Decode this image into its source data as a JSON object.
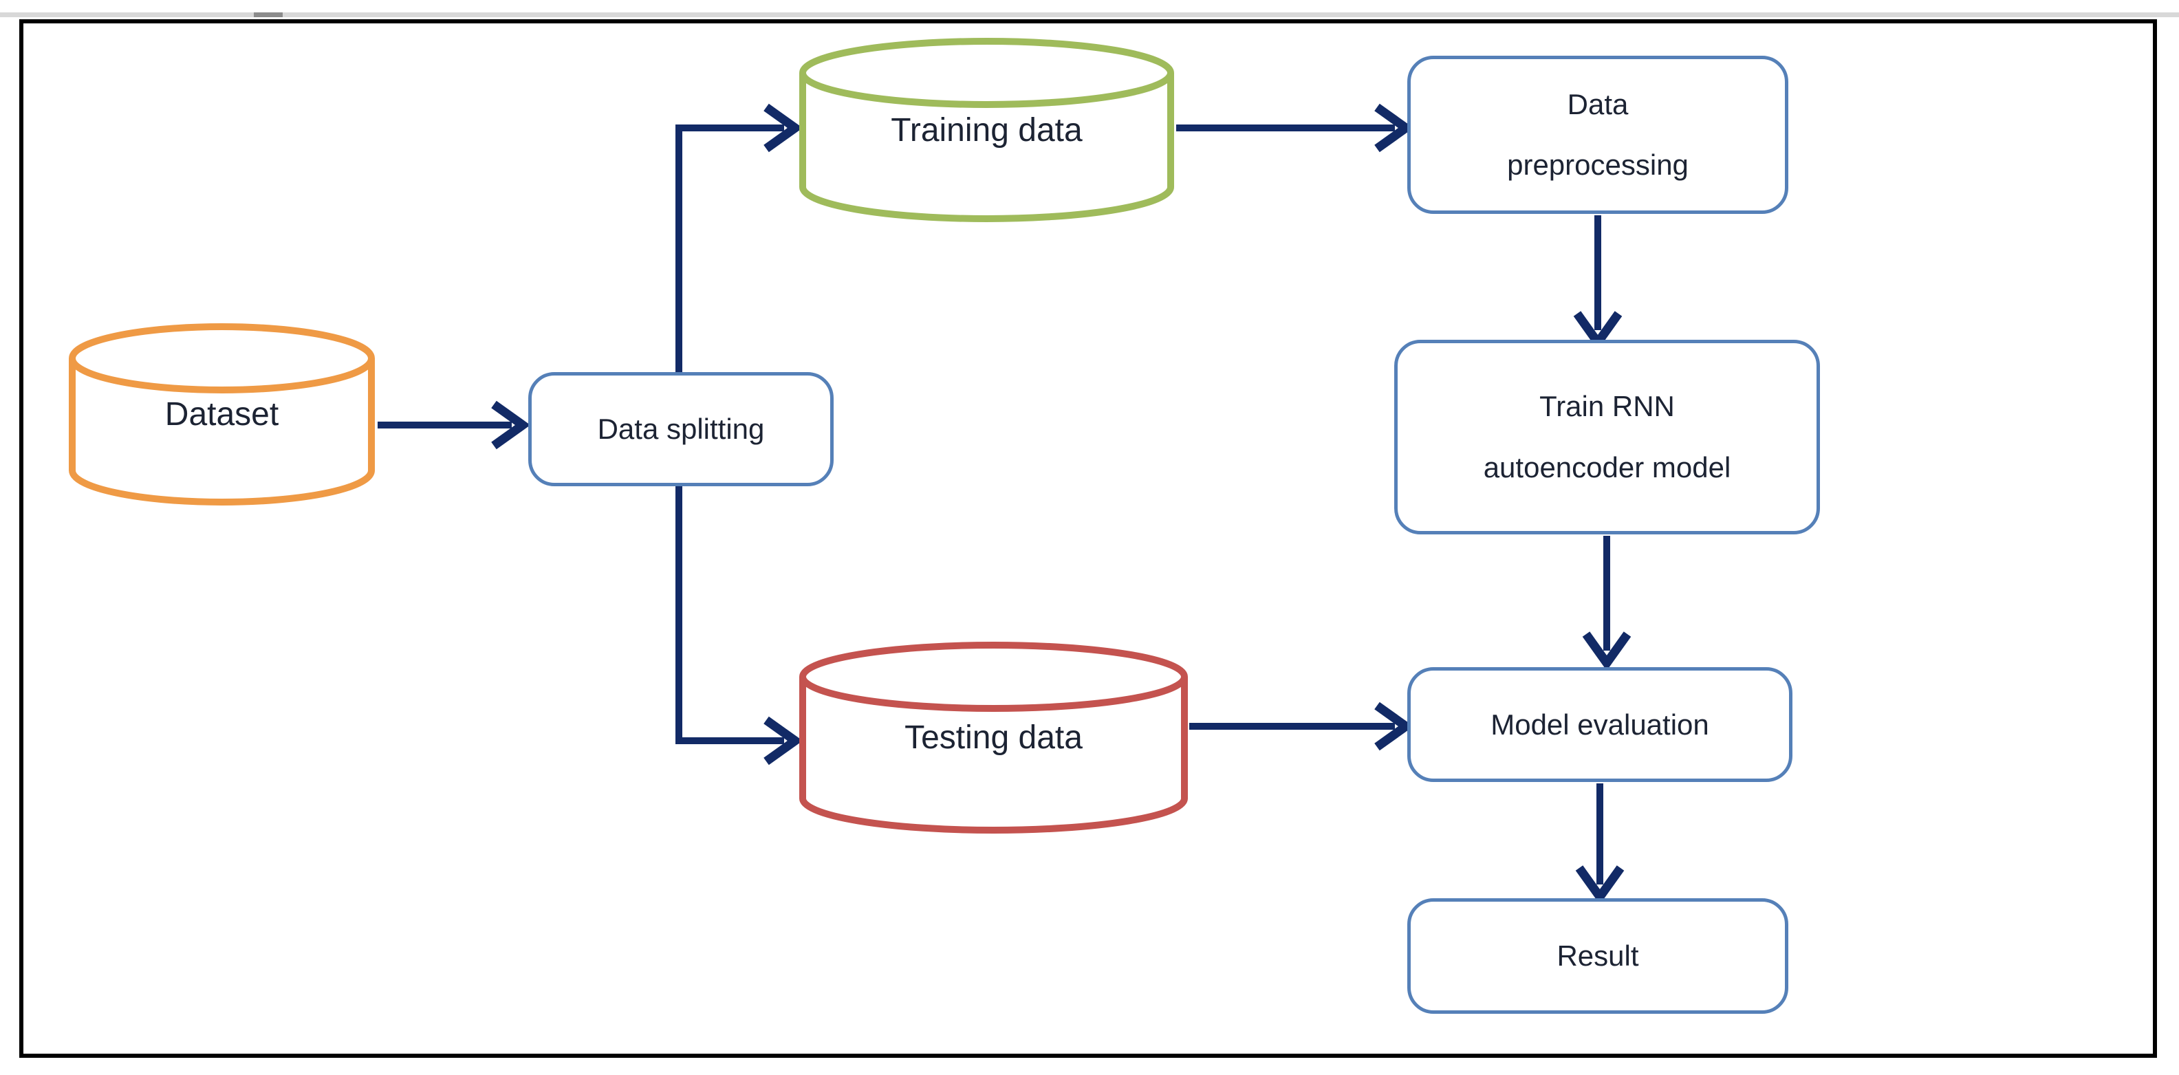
{
  "window": {
    "scrollbar": {
      "track_color": "#d8d8d8",
      "thumb_color": "#8c8c8c"
    }
  },
  "colors": {
    "navy": "#122a66",
    "boxblue": "#5580b8",
    "green": "#9fbb5b",
    "orange": "#ef9a45",
    "red": "#c4534f",
    "ink": "#1c2333",
    "frame": "#000000",
    "track": "#d8d8d8",
    "thumb": "#8c8c8c"
  },
  "diagram": {
    "nodes": {
      "dataset": {
        "type": "cylinder",
        "label": "Dataset",
        "border_color": "#ef9a45"
      },
      "data_splitting": {
        "type": "box",
        "label": "Data splitting",
        "border_color": "#5580b8"
      },
      "training_data": {
        "type": "cylinder",
        "label": "Training data",
        "border_color": "#9fbb5b"
      },
      "testing_data": {
        "type": "cylinder",
        "label": "Testing data",
        "border_color": "#c4534f"
      },
      "data_preprocessing": {
        "type": "box",
        "lines": [
          "Data",
          "preprocessing"
        ],
        "border_color": "#5580b8"
      },
      "train_rnn_autoencoder": {
        "type": "box",
        "lines": [
          "Train RNN",
          "autoencoder model"
        ],
        "border_color": "#5580b8"
      },
      "model_evaluation": {
        "type": "box",
        "label": "Model evaluation",
        "border_color": "#5580b8"
      },
      "result": {
        "type": "box",
        "label": "Result",
        "border_color": "#5580b8"
      }
    },
    "edges": [
      {
        "from": "dataset",
        "to": "data_splitting"
      },
      {
        "from": "data_splitting",
        "to": "training_data"
      },
      {
        "from": "data_splitting",
        "to": "testing_data"
      },
      {
        "from": "training_data",
        "to": "data_preprocessing"
      },
      {
        "from": "data_preprocessing",
        "to": "train_rnn_autoencoder"
      },
      {
        "from": "train_rnn_autoencoder",
        "to": "model_evaluation"
      },
      {
        "from": "testing_data",
        "to": "model_evaluation"
      },
      {
        "from": "model_evaluation",
        "to": "result"
      }
    ]
  }
}
